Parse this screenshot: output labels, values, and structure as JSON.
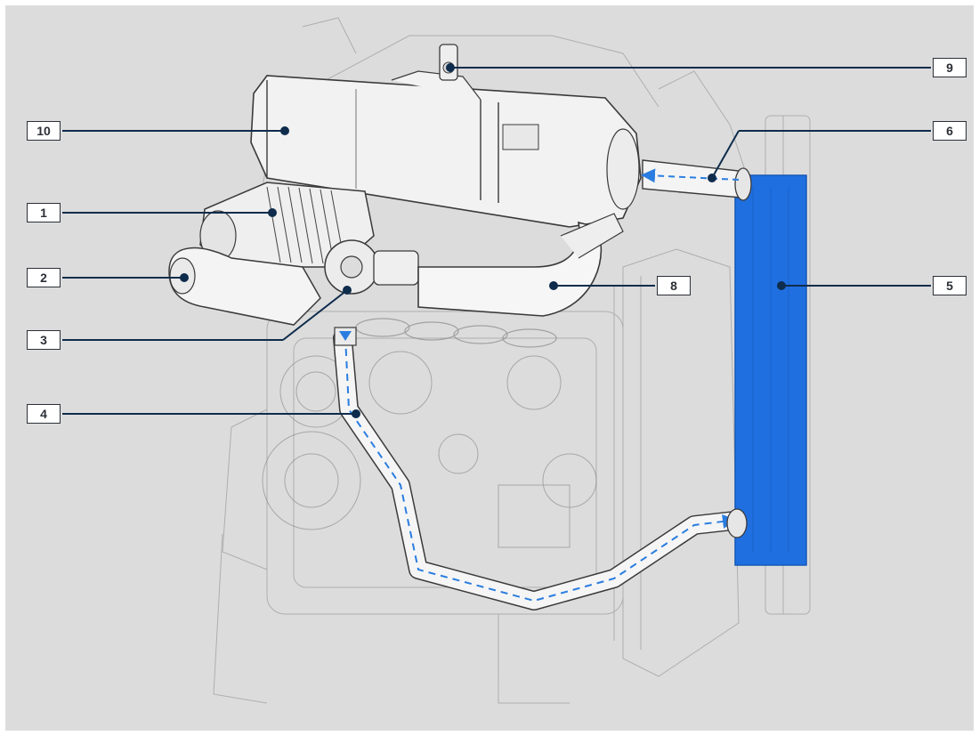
{
  "colors": {
    "background": "#dcdcdc",
    "outline": "#707070",
    "leader_line": "#0f2c4c",
    "cooling_highlight": "#1f6fe0",
    "flow_dash": "#2a7de0",
    "label_border": "#2b2f36"
  },
  "callouts": [
    {
      "id": "1",
      "label": "1"
    },
    {
      "id": "2",
      "label": "2"
    },
    {
      "id": "3",
      "label": "3"
    },
    {
      "id": "4",
      "label": "4"
    },
    {
      "id": "5",
      "label": "5"
    },
    {
      "id": "6",
      "label": "6"
    },
    {
      "id": "8",
      "label": "8"
    },
    {
      "id": "9",
      "label": "9"
    },
    {
      "id": "10",
      "label": "10"
    }
  ]
}
